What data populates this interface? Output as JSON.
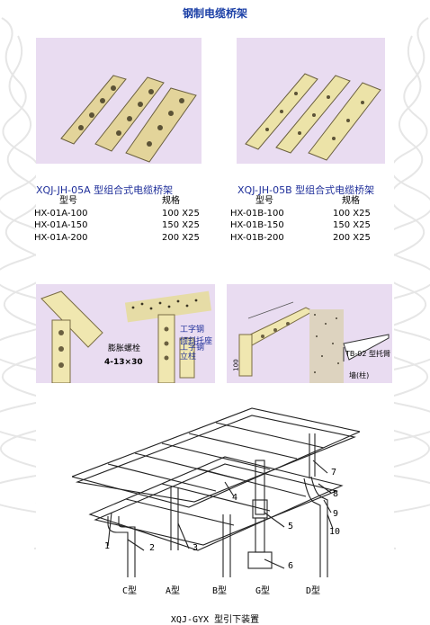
{
  "page_title": "钢制电缆桥架",
  "products": [
    {
      "caption": "XQJ-JH-05A 型组合式电缆桥架",
      "header": {
        "model": "型号",
        "spec": "规格"
      },
      "rows": [
        {
          "model": "HX-01A-100",
          "spec": "100 X25"
        },
        {
          "model": "HX-01A-150",
          "spec": "150 X25"
        },
        {
          "model": "HX-01A-200",
          "spec": "200 X25"
        }
      ]
    },
    {
      "caption": "XQJ-JH-05B 型组合式电缆桥架",
      "header": {
        "model": "型号",
        "spec": "规格"
      },
      "rows": [
        {
          "model": "HX-01B-100",
          "spec": "100 X25"
        },
        {
          "model": "HX-01B-150",
          "spec": "150 X25"
        },
        {
          "model": "HX-01B-200",
          "spec": "200 X25"
        }
      ]
    }
  ],
  "photo3_labels": {
    "i_beam": "工字钢",
    "tilt_seat": "倾斜托座",
    "column": "工字钢立柱",
    "bolt": "膨胀螺栓",
    "hole": "4-13×30"
  },
  "photo4_labels": {
    "bracket": "TB-02 型托臂",
    "wall": "墙(柱)",
    "dim": "100"
  },
  "diagram": {
    "callouts": [
      "1",
      "2",
      "3",
      "4",
      "5",
      "6",
      "7",
      "8",
      "9",
      "10"
    ],
    "types": [
      "C型",
      "A型",
      "B型",
      "G型",
      "D型"
    ],
    "caption": "XQJ-GYX 型引下装置"
  }
}
